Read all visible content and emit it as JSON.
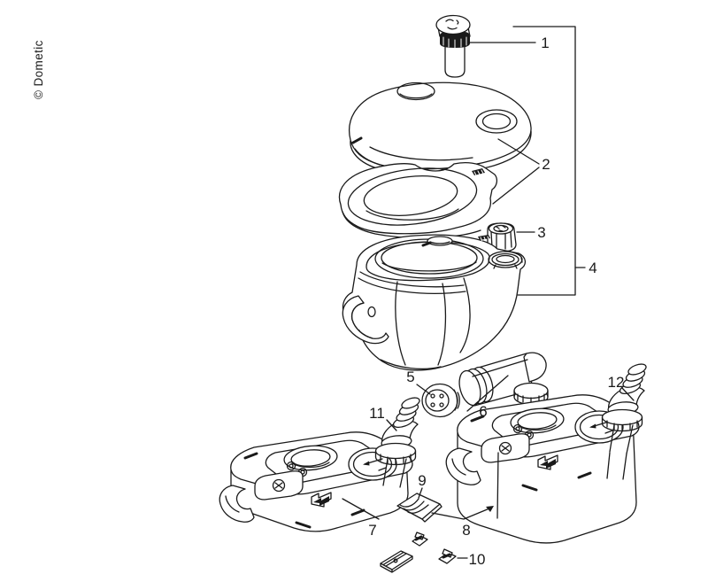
{
  "copyright": "© Dometic",
  "colors": {
    "line": "#1a1a1a",
    "background": "#ffffff"
  },
  "callouts": {
    "c1": "1",
    "c2": "2",
    "c3": "3",
    "c4": "4",
    "c5": "5",
    "c6": "6",
    "c7": "7",
    "c8": "8",
    "c9": "9",
    "c10": "10",
    "c11": "11",
    "c12": "12"
  }
}
